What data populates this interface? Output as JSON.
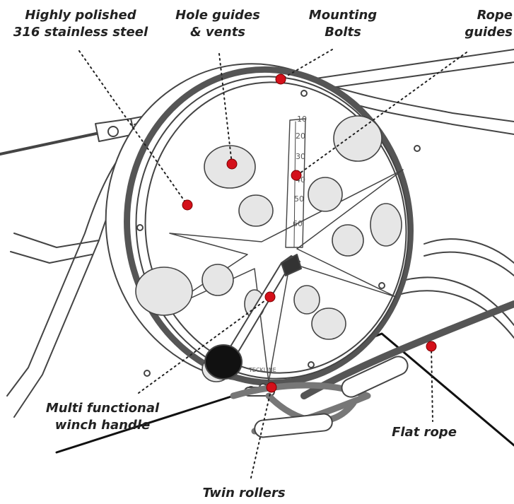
{
  "callouts": {
    "polished": "Highly polished\n316 stainless steel",
    "hole_guides": "Hole guides\n& vents",
    "mounting_bolts": "Mounting\nBolts",
    "rope_guides": "Rope\nguides",
    "winch_handle": "Multi functional\nwinch handle",
    "flat_rope": "Flat rope",
    "twin_rollers": "Twin rollers"
  },
  "gauge": {
    "marks": [
      "10",
      "20",
      "30",
      "40",
      "50",
      "60"
    ]
  },
  "brand_logo_text": "TECKLINE",
  "colors": {
    "marker": "#d4101a",
    "line": "#333333",
    "text": "#222222"
  }
}
